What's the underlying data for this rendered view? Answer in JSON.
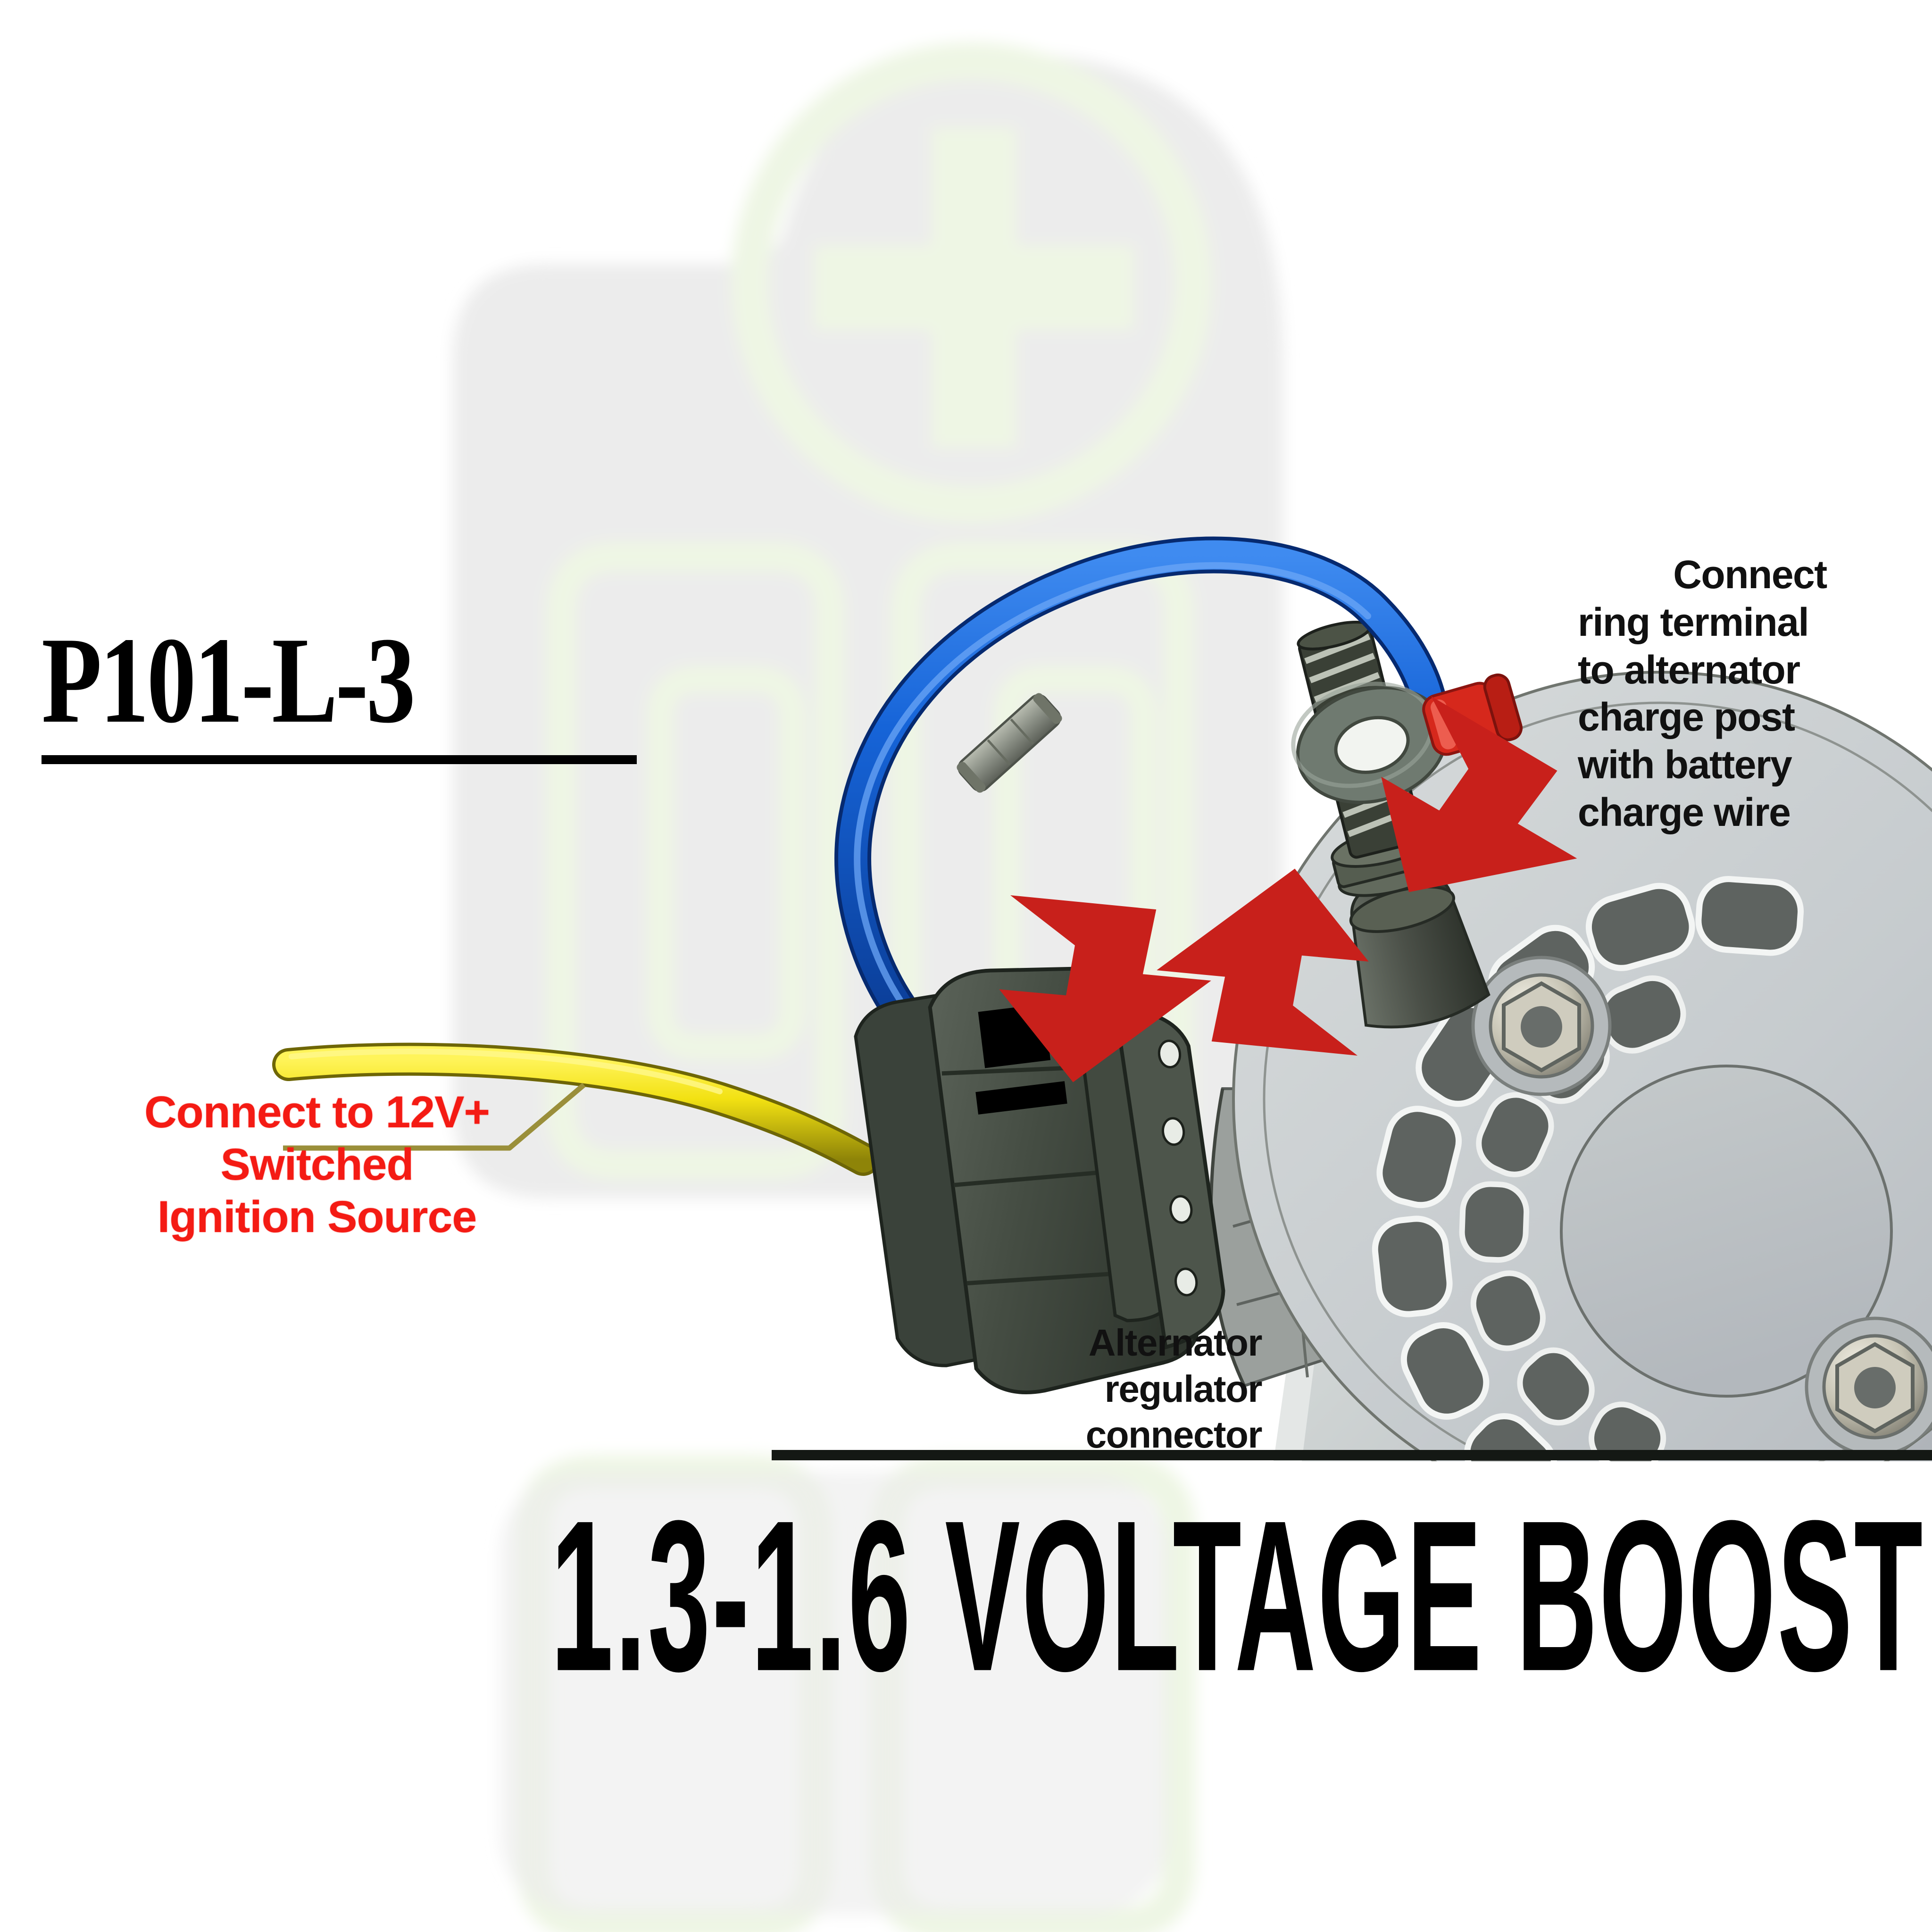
{
  "document": {
    "part_number": "P101-L-3",
    "footer_title": "1.3-1.6 VOLTAGE BOOST"
  },
  "labels": {
    "power_source": {
      "line1": "Connect to 12V+",
      "line2": "Switched",
      "line3": "Ignition Source",
      "color": "#f41b14"
    },
    "ring_terminal": {
      "line1": "Connect",
      "line2": "ring terminal",
      "line3": "to alternator",
      "line4": "charge post",
      "line5": "with battery",
      "line6": "charge wire",
      "color": "#111111"
    },
    "regulator": {
      "line1": "Alternator",
      "line2": "regulator",
      "line3": "connector",
      "color": "#111111"
    }
  },
  "colors": {
    "background": "#ffffff",
    "wire_blue": "#1664d8",
    "wire_yellow": "#f2e112",
    "arrow_red": "#c8201b",
    "connector_body": "#4a5248",
    "connector_lock_orange": "#f09014",
    "alternator_body": "#c9cdd0",
    "alternator_vent": "#5e6360",
    "splice_gray": "#8d9288",
    "leader_olive": "#9a8f3a",
    "watermark_green": "#eef6e4",
    "watermark_gray": "#ececec",
    "rule_black": "#141814"
  },
  "components": [
    {
      "name": "blue-signal-wire",
      "color": "#1664d8"
    },
    {
      "name": "yellow-ignition-wire",
      "color": "#f2e112"
    },
    {
      "name": "heat-shrink-splice",
      "color": "#8d9288"
    },
    {
      "name": "ring-terminal",
      "color": "#6f7a70"
    },
    {
      "name": "ring-terminal-crimp",
      "color": "#d6281c"
    },
    {
      "name": "regulator-connector",
      "color": "#4a5248"
    },
    {
      "name": "alternator-charge-post",
      "color": "#4b5048"
    },
    {
      "name": "alternator-housing",
      "color": "#c9cdd0"
    }
  ],
  "annotations": {
    "arrow_down_right": "red-arrow-down-right",
    "arrow_right": "red-arrow-right",
    "arrow_left": "red-arrow-left",
    "leader_line": "olive-leader-line"
  },
  "watermark": {
    "shape": "battery-plus-logo",
    "plus_symbol": "+"
  }
}
